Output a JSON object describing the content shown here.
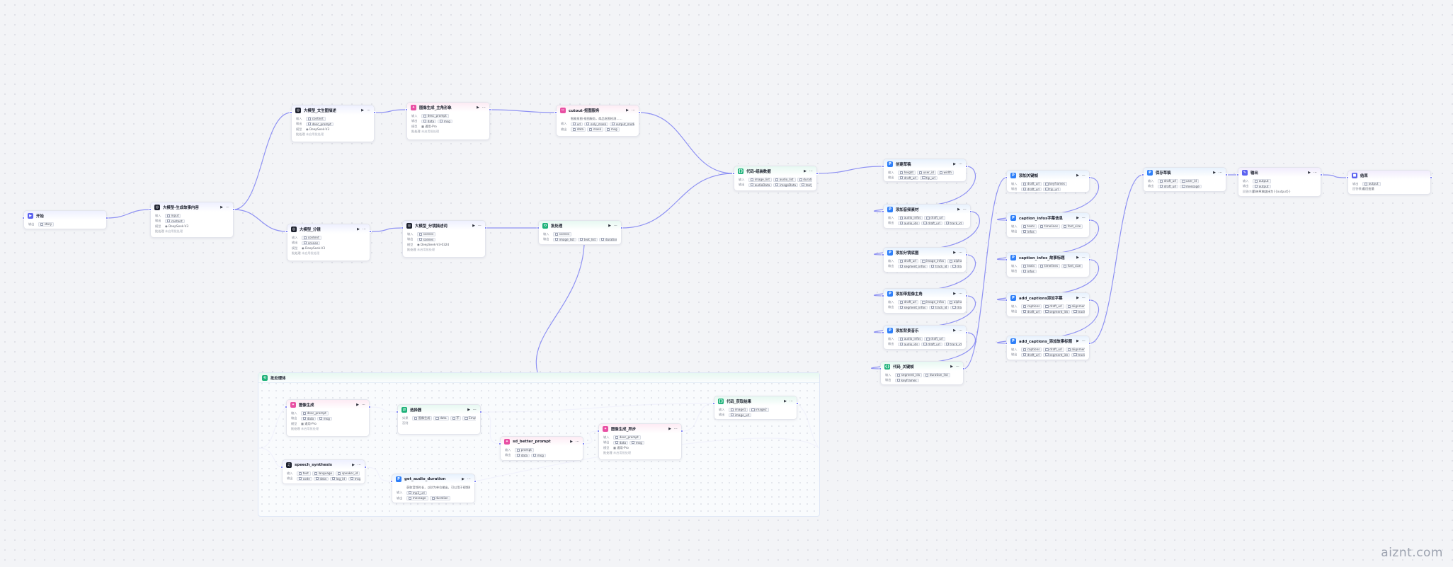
{
  "watermark": "aiznt.com",
  "nodes": {
    "start": {
      "title": "开始",
      "rows": [
        {
          "label": "输出",
          "chips": [
            "story"
          ]
        }
      ]
    },
    "llm_storyboard": {
      "title": "大模型-生成故事内容",
      "rows": [
        {
          "label": "输入",
          "chips": [
            "input"
          ]
        },
        {
          "label": "输出",
          "chips": [
            "content"
          ]
        },
        {
          "label": "模型",
          "plain": "◉ DeepSeek-V3"
        },
        {
          "label": "批处理",
          "muted": "未启用批处理"
        }
      ]
    },
    "llm_image_prompt": {
      "title": "大模型_文生图描述",
      "rows": [
        {
          "label": "输入",
          "chips": [
            "content"
          ]
        },
        {
          "label": "输出",
          "chips": [
            "desc_prompt"
          ]
        },
        {
          "label": "模型",
          "plain": "◉ DeepSeek-V3"
        },
        {
          "label": "批处理",
          "muted": "未启用批处理"
        }
      ]
    },
    "img_gen_main": {
      "title": "图像生成_主角形象",
      "rows": [
        {
          "label": "输入",
          "chips": [
            "desc_prompt"
          ]
        },
        {
          "label": "输出",
          "chips": [
            "data",
            "msg"
          ]
        },
        {
          "label": "模型",
          "plain": "▦ 通用-Pro"
        },
        {
          "label": "批处理",
          "muted": "未启用批处理"
        }
      ]
    },
    "cutout": {
      "title": "cutout-抠图服务",
      "rows": [
        {
          "label": "",
          "plain": "智能抠图-抠图服务，商品抠图检测……"
        },
        {
          "label": "输入",
          "chips": [
            "url",
            "only_mask",
            "output_mode"
          ]
        },
        {
          "label": "输出",
          "chips": [
            "data",
            "mask",
            "msg"
          ]
        }
      ]
    },
    "llm_split": {
      "title": "大模型_分镜",
      "rows": [
        {
          "label": "输入",
          "chips": [
            "content"
          ]
        },
        {
          "label": "输出",
          "chips": [
            "scenes"
          ]
        },
        {
          "label": "模型",
          "plain": "◉ DeepSeek-V3"
        },
        {
          "label": "批处理",
          "muted": "未启用批处理"
        }
      ]
    },
    "llm_storyboard_desc": {
      "title": "大模型_分镜描述词",
      "rows": [
        {
          "label": "输入",
          "chips": [
            "scenes"
          ]
        },
        {
          "label": "输出",
          "chips": [
            "scenes"
          ]
        },
        {
          "label": "模型",
          "plain": "◉ DeepSeek-V3-0324"
        },
        {
          "label": "批处理",
          "muted": "未启用批处理"
        }
      ]
    },
    "batch": {
      "title": "批处理",
      "rows": [
        {
          "label": "输入",
          "chips": [
            "scenes"
          ]
        },
        {
          "label": "输出",
          "chips": [
            "image_list",
            "text_list",
            "duration_list"
          ]
        }
      ]
    },
    "code_merge": {
      "title": "代码-组装数据",
      "rows": [
        {
          "label": "输入",
          "chips": [
            "image_list",
            "audio_list",
            "duration_list"
          ]
        },
        {
          "label": "输出",
          "chips": [
            "audioData",
            "imageData",
            "text_cap"
          ]
        }
      ]
    },
    "create_draft": {
      "title": "创建草稿",
      "rows": [
        {
          "label": "输入",
          "chips": [
            "height",
            "user_id",
            "width"
          ]
        },
        {
          "label": "输出",
          "chips": [
            "draft_url",
            "tip_url"
          ]
        }
      ]
    },
    "add_audios": {
      "title": "添加音频素材",
      "rows": [
        {
          "label": "输入",
          "chips": [
            "audio_infos",
            "draft_url"
          ]
        },
        {
          "label": "输出",
          "chips": [
            "audio_ids",
            "draft_url",
            "track_id"
          ]
        }
      ]
    },
    "add_images_bg": {
      "title": "添加分镜底图",
      "rows": [
        {
          "label": "输入",
          "chips": [
            "draft_url",
            "image_infos",
            "alpha"
          ]
        },
        {
          "label": "输出",
          "chips": [
            "segment_infos",
            "track_id",
            "draft_url"
          ]
        }
      ]
    },
    "add_images_fg": {
      "title": "添加带抠像主角",
      "rows": [
        {
          "label": "输入",
          "chips": [
            "draft_url",
            "image_infos",
            "alpha"
          ]
        },
        {
          "label": "输出",
          "chips": [
            "segment_infos",
            "track_id",
            "draft_url"
          ]
        }
      ]
    },
    "add_bgm": {
      "title": "添加背景音乐",
      "rows": [
        {
          "label": "输入",
          "chips": [
            "audio_infos",
            "draft_url"
          ]
        },
        {
          "label": "输出",
          "chips": [
            "audio_ids",
            "draft_url",
            "track_id"
          ]
        }
      ]
    },
    "code_keyframes": {
      "title": "代码_关键帧",
      "rows": [
        {
          "label": "输入",
          "chips": [
            "segment_ids",
            "duration_list"
          ]
        },
        {
          "label": "输出",
          "chips": [
            "keyframes"
          ]
        }
      ]
    },
    "add_keyframes": {
      "title": "添加关键帧",
      "rows": [
        {
          "label": "输入",
          "chips": [
            "draft_url",
            "keyframes"
          ]
        },
        {
          "label": "输出",
          "chips": [
            "draft_url",
            "tip_url"
          ]
        }
      ]
    },
    "caption_infos_1": {
      "title": "caption_infos字幕信息",
      "rows": [
        {
          "label": "输入",
          "chips": [
            "texts",
            "timelines",
            "font_size"
          ]
        },
        {
          "label": "输出",
          "chips": [
            "infos"
          ]
        }
      ]
    },
    "caption_infos_2": {
      "title": "caption_infos_故事标题",
      "rows": [
        {
          "label": "输入",
          "chips": [
            "texts",
            "timelines",
            "font_size"
          ]
        },
        {
          "label": "输出",
          "chips": [
            "infos"
          ]
        }
      ]
    },
    "add_captions_1": {
      "title": "add_captions添加字幕",
      "rows": [
        {
          "label": "输入",
          "chips": [
            "captions",
            "draft_url",
            "alignment"
          ]
        },
        {
          "label": "输出",
          "chips": [
            "draft_url",
            "segment_ids",
            "track_id"
          ]
        }
      ]
    },
    "add_captions_2": {
      "title": "add_captions_添加故事标题",
      "rows": [
        {
          "label": "输入",
          "chips": [
            "captions",
            "draft_url",
            "alignment"
          ]
        },
        {
          "label": "输出",
          "chips": [
            "draft_url",
            "segment_ids",
            "track_id"
          ]
        }
      ]
    },
    "save_draft": {
      "title": "保存草稿",
      "rows": [
        {
          "label": "输入",
          "chips": [
            "draft_url",
            "user_id"
          ]
        },
        {
          "label": "输出",
          "chips": [
            "draft_url",
            "message"
          ]
        }
      ]
    },
    "output": {
      "title": "输出",
      "rows": [
        {
          "label": "输入",
          "chips": [
            "output"
          ]
        },
        {
          "label": "输出",
          "chips": [
            "output"
          ]
        },
        {
          "label": "回答内容",
          "plain": "剪映草稿链接为{{output}}"
        }
      ]
    },
    "end": {
      "title": "结束",
      "rows": [
        {
          "label": "输出",
          "chips": [
            "output"
          ]
        },
        {
          "label": "回答模式",
          "plain": "返回变量"
        }
      ]
    },
    "img_gen_scene": {
      "title": "图像生成",
      "rows": [
        {
          "label": "输入",
          "chips": [
            "desc_prompt"
          ]
        },
        {
          "label": "输出",
          "chips": [
            "data",
            "msg"
          ]
        },
        {
          "label": "模型",
          "plain": "▦ 通用-Pro"
        },
        {
          "label": "批处理",
          "muted": "未启用批处理"
        }
      ]
    },
    "selector": {
      "title": "选择器",
      "rows": [
        {
          "label": "如果",
          "chips": [
            "图像生成",
            "data",
            "不",
            "Empty"
          ]
        },
        {
          "label": "否则",
          "plain": ""
        }
      ]
    },
    "sd_better_prompt": {
      "title": "sd_better_prompt",
      "rows": [
        {
          "label": "输入",
          "chips": [
            "prompt"
          ]
        },
        {
          "label": "输出",
          "chips": [
            "data",
            "msg"
          ]
        }
      ]
    },
    "img_gen_retry": {
      "title": "图像生成_异步",
      "rows": [
        {
          "label": "输入",
          "chips": [
            "desc_prompt"
          ]
        },
        {
          "label": "输出",
          "chips": [
            "data",
            "msg"
          ]
        },
        {
          "label": "模型",
          "plain": "▦ 通用-Pro"
        },
        {
          "label": "批处理",
          "muted": "未启用批处理"
        }
      ]
    },
    "code_result": {
      "title": "代码_获取结果",
      "rows": [
        {
          "label": "输入",
          "chips": [
            "image1",
            "image2"
          ]
        },
        {
          "label": "输出",
          "chips": [
            "image_url"
          ]
        }
      ]
    },
    "speech_synthesis": {
      "title": "speech_synthesis",
      "rows": [
        {
          "label": "输入",
          "chips": [
            "text",
            "language",
            "speaker_id"
          ]
        },
        {
          "label": "输出",
          "chips": [
            "code",
            "data",
            "log_id",
            "msg"
          ]
        }
      ]
    },
    "get_audio_duration": {
      "title": "get_audio_duration",
      "rows": [
        {
          "label": "",
          "plain": "获取音频时长，以秒为单位输出，可以用于视频制作等场景"
        },
        {
          "label": "输入",
          "chips": [
            "mp3_url"
          ]
        },
        {
          "label": "输出",
          "chips": [
            "message",
            "duration"
          ]
        }
      ]
    }
  },
  "loop": {
    "title": "批处理体"
  }
}
